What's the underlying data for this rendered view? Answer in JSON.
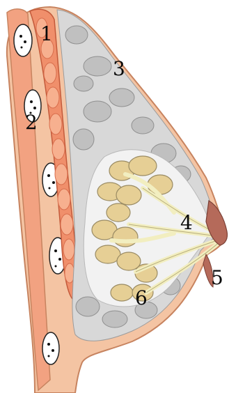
{
  "labels": [
    "1",
    "2",
    "3",
    "4",
    "5",
    "6"
  ],
  "colors": {
    "skin": "#f4c4a3",
    "skin_edge": "#c7835f",
    "muscle": "#f08f6b",
    "muscle_light": "#f7b08f",
    "fat": "#d8d8d8",
    "fat_shade": "#a7a7a7",
    "ducts": "#f2eec0",
    "lobules": "#e6cf95",
    "nipple": "#b56a5a",
    "ribs": "#ffffff"
  }
}
